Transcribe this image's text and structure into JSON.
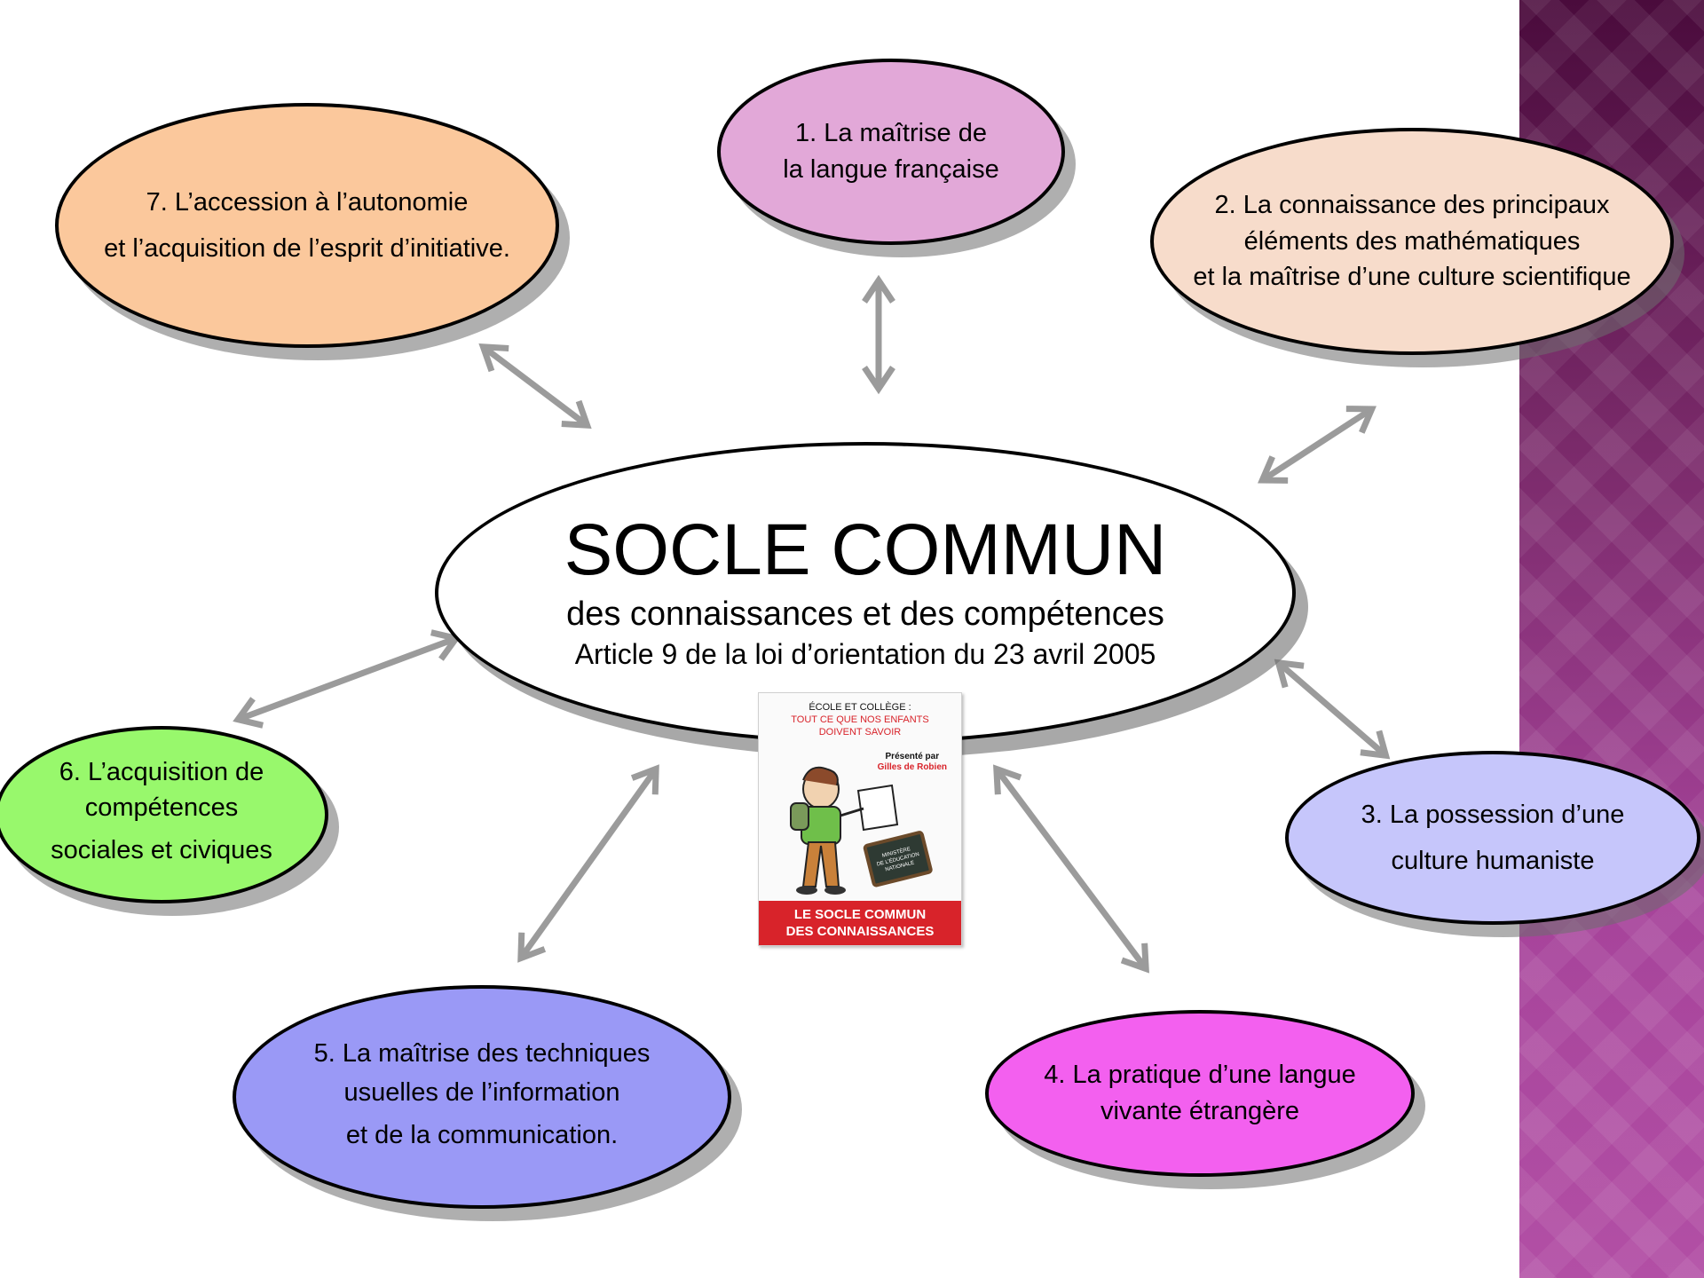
{
  "center": {
    "title": "SOCLE COMMUN",
    "subtitle": "des connaissances et des compétences",
    "article": "Article 9 de la loi d’orientation du 23 avril 2005"
  },
  "nodes": [
    {
      "id": 1,
      "lines": [
        "1.      La maîtrise de",
        "la langue française"
      ],
      "color": "#e2a8d8"
    },
    {
      "id": 2,
      "lines": [
        "2.  La connaissance des principaux",
        "éléments des mathématiques",
        "et la maîtrise d’une culture scientifique"
      ],
      "color": "#f7dccb"
    },
    {
      "id": 3,
      "lines": [
        "3.  La possession d’une",
        "culture  humaniste"
      ],
      "color": "#c6c6fb"
    },
    {
      "id": 4,
      "lines": [
        "4.  La pratique  d’une langue",
        "vivante étrangère"
      ],
      "color": "#f360ef"
    },
    {
      "id": 5,
      "lines": [
        "5.  La  maîtrise des techniques",
        "usuelles de l’information",
        "et de la communication."
      ],
      "color": "#9a99f6"
    },
    {
      "id": 6,
      "lines": [
        "6.  L’acquisition de",
        "compétences",
        "sociales et civiques"
      ],
      "color": "#98f86c"
    },
    {
      "id": 7,
      "lines": [
        "7.  L’accession à l’autonomie",
        "et l’acquisition de l’esprit d’initiative."
      ],
      "color": "#fbc89c"
    }
  ],
  "book": {
    "header_pre": "ÉCOLE ET COLLÈGE :",
    "header_lines": [
      "TOUT CE QUE NOS ENFANTS",
      "DOIVENT SAVOIR"
    ],
    "presented_by": "Présenté par",
    "author": "Gilles de Robien",
    "board_lines": [
      "MINISTÈRE",
      "DE L’ÉDUCATION",
      "NATIONALE"
    ],
    "footer_lines": [
      "LE SOCLE COMMUN",
      "DES CONNAISSANCES"
    ]
  },
  "colors": {
    "arrow": "#9b9b9b",
    "band_top": "#4a0b3c",
    "band_bottom": "#b24fa5",
    "book_red": "#d8232a"
  }
}
